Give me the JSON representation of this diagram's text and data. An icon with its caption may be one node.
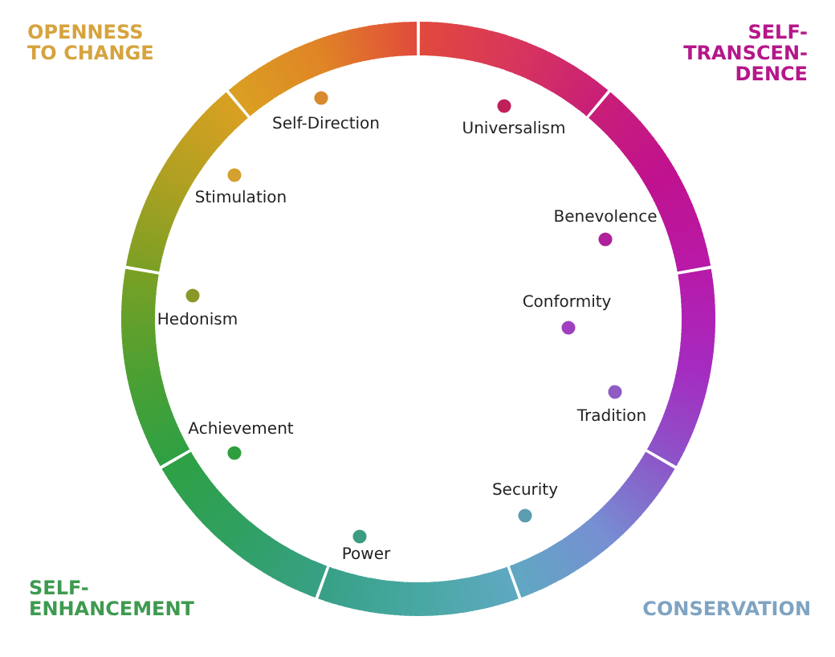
{
  "diagram": {
    "labels": [
      "OPENNESS TO CHANGE",
      "SELF-TRANSCEN-DENCE",
      "Self-Direction",
      "Universalism",
      "Stimulation",
      "Benevolence",
      "Conformity",
      "Hedonism",
      "Tradition",
      "Achievement",
      "Security",
      "Power",
      "SELF-ENHANCEMENT",
      "CONSERVATION"
    ]
  }
}
